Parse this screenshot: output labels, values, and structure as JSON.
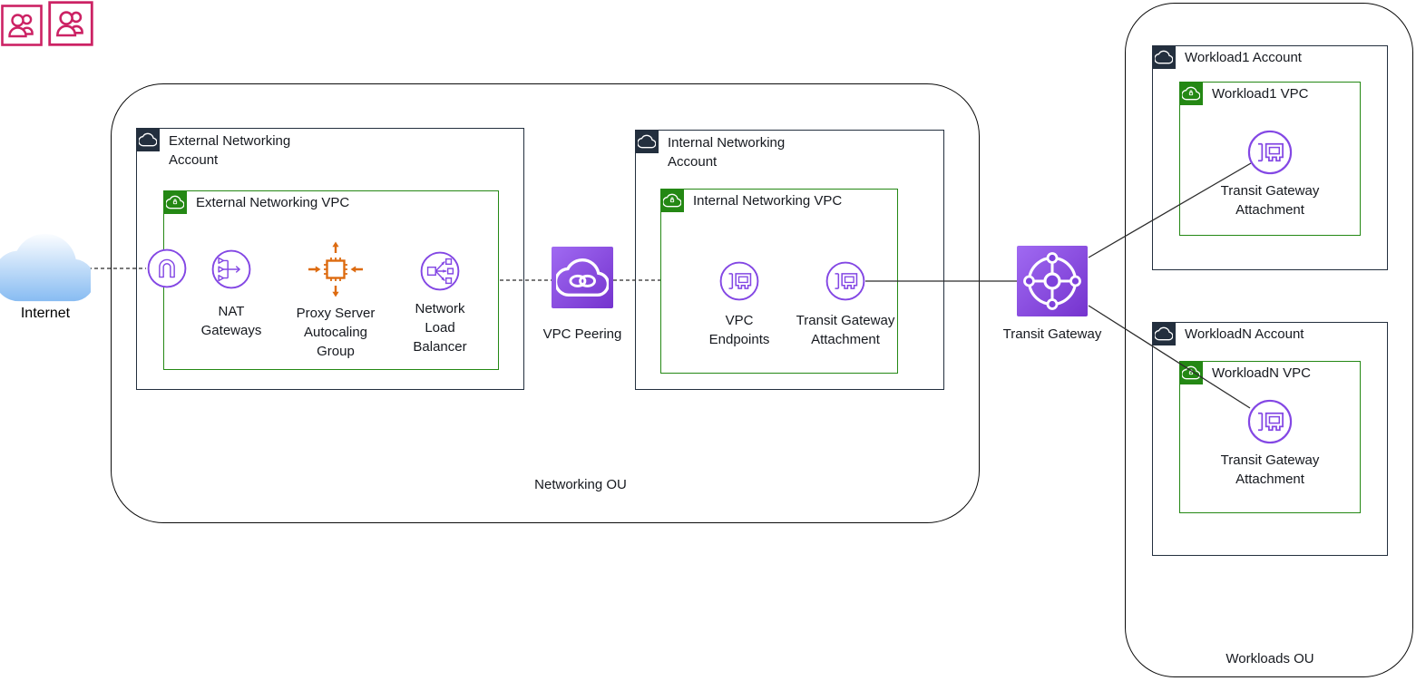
{
  "colors": {
    "account_border": "#232F3E",
    "vpc_border": "#248814",
    "network_purple": "#8347E4",
    "compute_orange": "#DD6B10",
    "organizations_pink": "#CC2264",
    "gradient_purple_light": "#A06AF2",
    "gradient_purple_dark": "#7533CE",
    "internet_cloud_blue": "#88BCF2"
  },
  "internet": {
    "label": "Internet",
    "icon": "internet-cloud"
  },
  "networking_ou": {
    "label": "Networking OU",
    "external_account": {
      "label": "External Networking Account",
      "vpc": {
        "label": "External Networking VPC",
        "internet_gateway": {
          "icon": "internet-gateway"
        },
        "nat_gateways": {
          "label": "NAT Gateways",
          "icon": "nat-gateway"
        },
        "proxy_asg": {
          "label": "Proxy Server Autocaling Group",
          "icon": "auto-scaling-group"
        },
        "nlb": {
          "label": "Network Load Balancer",
          "icon": "network-load-balancer"
        }
      }
    },
    "vpc_peering": {
      "label": "VPC Peering",
      "icon": "vpc-peering"
    },
    "internal_account": {
      "label": "Internal Networking Account",
      "vpc": {
        "label": "Internal Networking VPC",
        "vpc_endpoints": {
          "label": "VPC Endpoints",
          "icon": "elastic-network-interface"
        },
        "tg_attachment": {
          "label": "Transit Gateway Attachment",
          "icon": "elastic-network-interface"
        }
      }
    }
  },
  "transit_gateway": {
    "label": "Transit Gateway",
    "icon": "transit-gateway"
  },
  "workloads_ou": {
    "label": "Workloads OU",
    "workload1_account": {
      "label": "Workload1 Account",
      "vpc": {
        "label": "Workload1 VPC",
        "tg_attachment": {
          "label": "Transit Gateway Attachment",
          "icon": "elastic-network-interface"
        }
      }
    },
    "workloadn_account": {
      "label": "WorkloadN Account",
      "vpc": {
        "label": "WorkloadN VPC",
        "tg_attachment": {
          "label": "Transit Gateway Attachment",
          "icon": "elastic-network-interface"
        }
      }
    }
  }
}
